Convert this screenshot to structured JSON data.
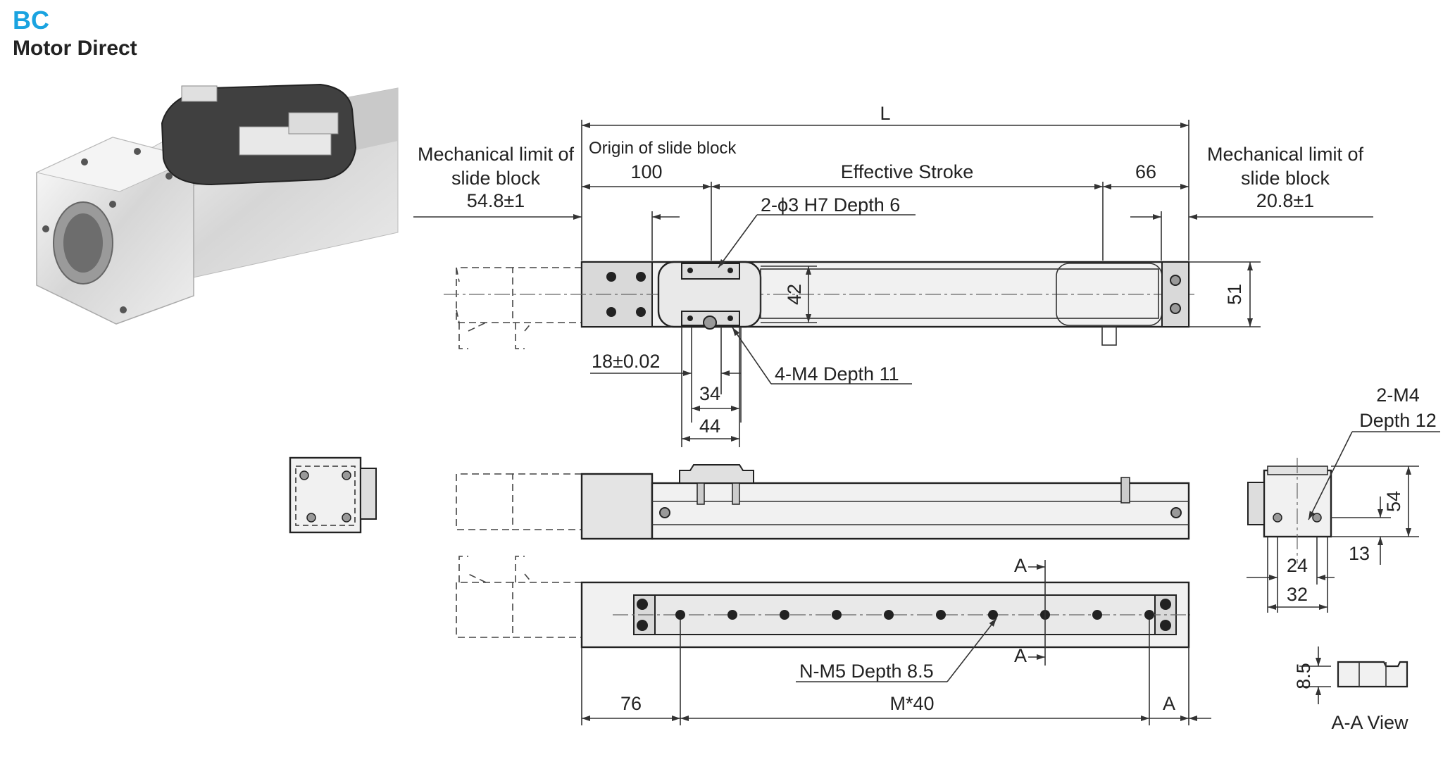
{
  "header": {
    "series_code": "BC",
    "series_name": "Motor Direct"
  },
  "top_view": {
    "overall_length": "L",
    "origin_label": "Origin of slide block",
    "origin_offset": "100",
    "stroke_label": "Effective Stroke",
    "end_offset": "66",
    "mech_limit_left_line1": "Mechanical limit of",
    "mech_limit_left_line2": "slide block",
    "mech_limit_left_value": "54.8±1",
    "mech_limit_right_line1": "Mechanical limit of",
    "mech_limit_right_line2": "slide block",
    "mech_limit_right_value": "20.8±1",
    "pin_hole": "2-ϕ3 H7 Depth 6",
    "height": "42",
    "width": "51",
    "pin_pitch": "18±0.02",
    "tapped_holes": "4-M4 Depth 11",
    "hole_pitch": "34",
    "block_width": "44"
  },
  "end_view": {
    "tap_line1": "2-M4",
    "tap_line2": "Depth 12",
    "height": "54",
    "tap_height": "13",
    "tap_pitch": "24",
    "width": "32"
  },
  "bottom_view": {
    "section_mark_top": "A",
    "section_mark_bottom": "A",
    "mount_holes": "N-M5 Depth 8.5",
    "left_offset": "76",
    "hole_pitch": "M*40",
    "right_offset": "A"
  },
  "section_view": {
    "depth": "8.5",
    "label": "A-A View"
  }
}
